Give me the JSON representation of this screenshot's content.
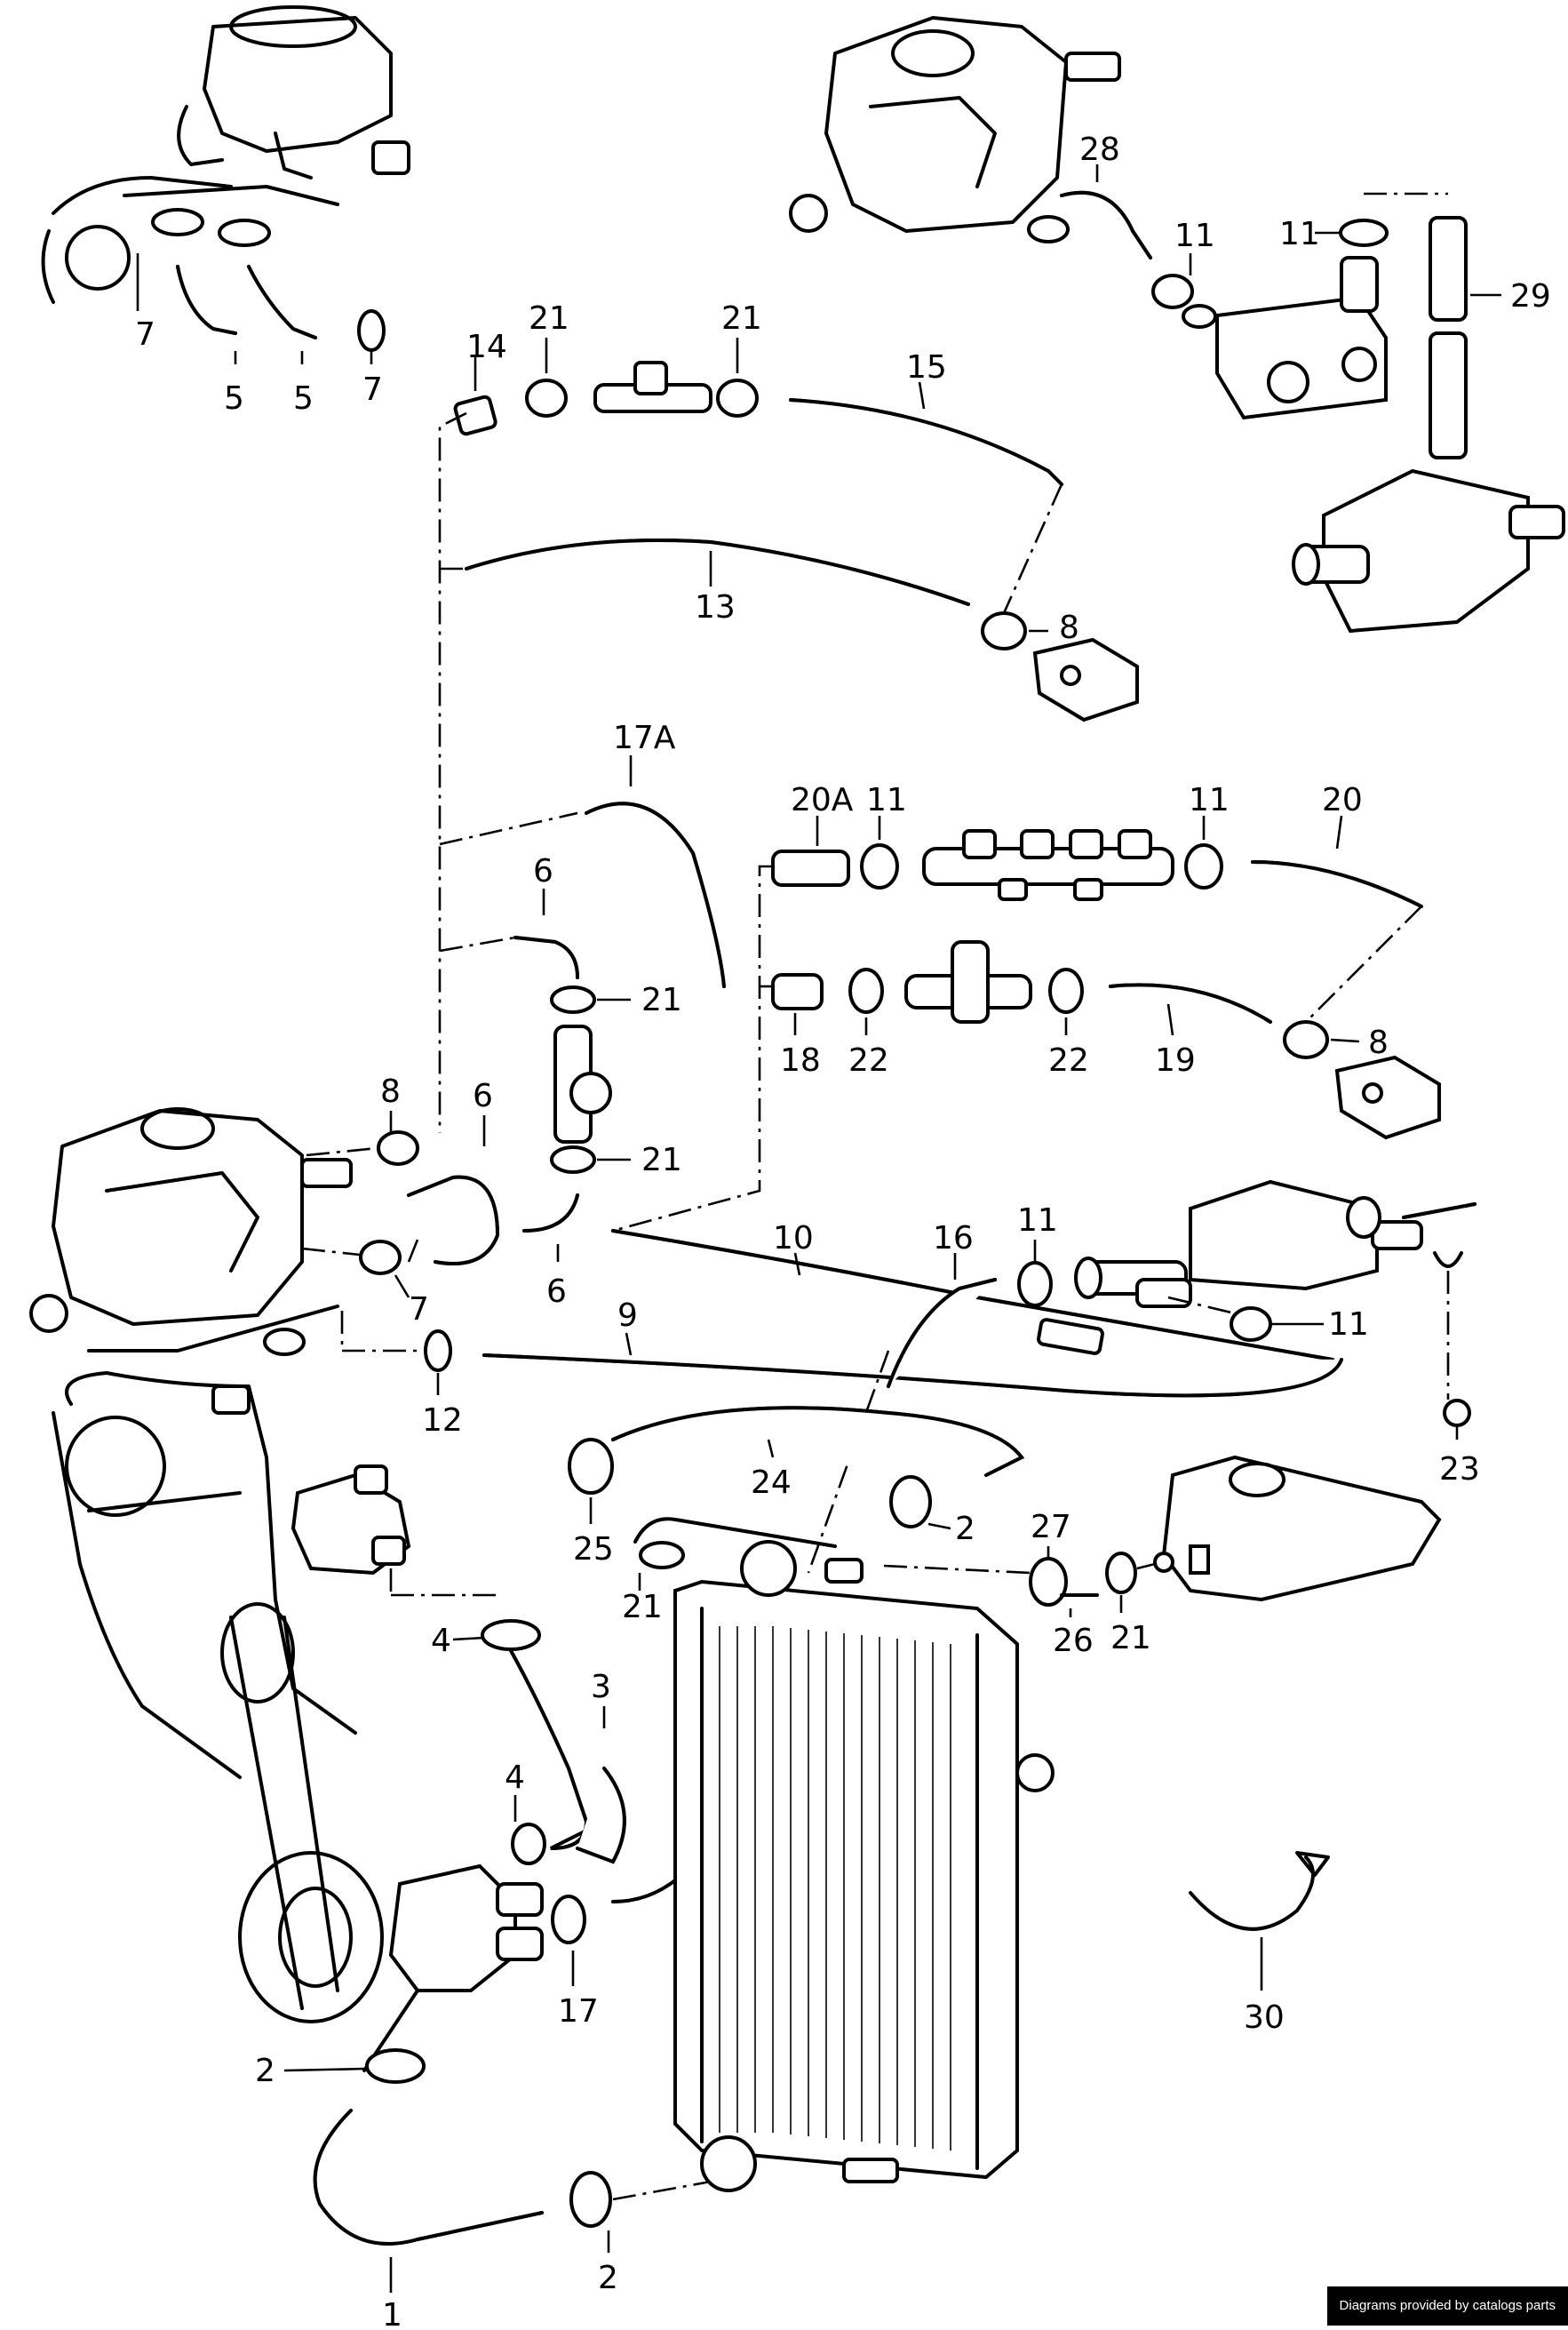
{
  "labels": {
    "l1": "1",
    "l2a": "2",
    "l2b": "2",
    "l2c": "2",
    "l3": "3",
    "l4a": "4",
    "l4b": "4",
    "l5a": "5",
    "l5b": "5",
    "l6a": "6",
    "l6b": "6",
    "l6c": "6",
    "l7a": "7",
    "l7b": "7",
    "l7c": "7",
    "l8a": "8",
    "l8b": "8",
    "l8c": "8",
    "l9": "9",
    "l10": "10",
    "l11a": "11",
    "l11b": "11",
    "l11c": "11",
    "l11d": "11",
    "l11e": "11",
    "l11f": "11",
    "l12": "12",
    "l13": "13",
    "l14": "14",
    "l15": "15",
    "l16": "16",
    "l17": "17",
    "l17A": "17A",
    "l18": "18",
    "l19": "19",
    "l20": "20",
    "l20A": "20A",
    "l21a": "21",
    "l21b": "21",
    "l21c": "21",
    "l21d": "21",
    "l21e": "21",
    "l21f": "21",
    "l22a": "22",
    "l22b": "22",
    "l23": "23",
    "l24": "24",
    "l25": "25",
    "l26": "26",
    "l27": "27",
    "l28": "28",
    "l29": "29",
    "l30": "30"
  },
  "credit": "Diagrams provided by catalogs parts"
}
